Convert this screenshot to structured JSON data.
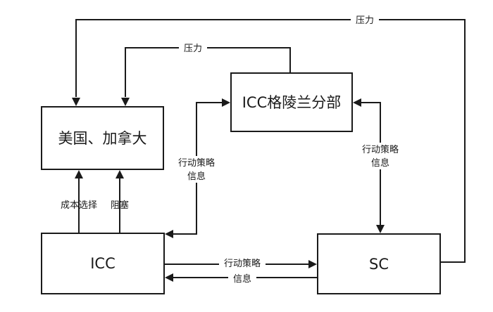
{
  "nodes": {
    "us_canada": "美国、加拿大",
    "icc_greenland": "ICC格陵兰分部",
    "icc": "ICC",
    "sc": "SC"
  },
  "edges": {
    "pressure_top": "压力",
    "pressure_mid": "压力",
    "cost_selection": "成本选择",
    "obstruction": "阻塞",
    "strategy_left_line1": "行动策略",
    "strategy_left_line2": "信息",
    "strategy_right_line1": "行动策略",
    "strategy_right_line2": "信息",
    "strategy_bottom": "行动策略",
    "info_bottom": "信息"
  }
}
